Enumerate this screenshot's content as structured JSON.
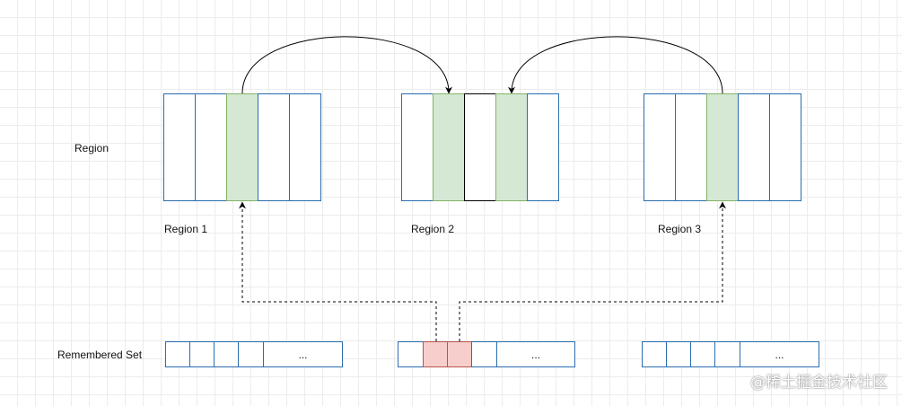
{
  "labels": {
    "region_row": "Region",
    "rset_row": "Remembered Set",
    "region_1": "Region 1",
    "region_2": "Region 2",
    "region_3": "Region 3",
    "ellipsis": "..."
  },
  "watermark": "@稀土掘金技术社区",
  "colors": {
    "cell_border": "#2a6db0",
    "card_fill": "#d5e8d4",
    "card_border": "#82b366",
    "rset_fill": "#f8cecc",
    "rset_border": "#b85450",
    "arrow": "#000000"
  }
}
